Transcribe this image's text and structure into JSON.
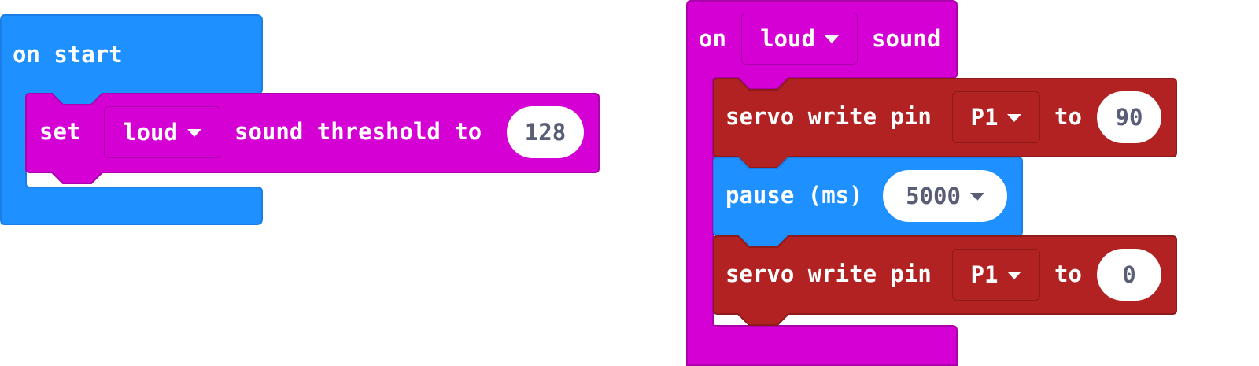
{
  "colors": {
    "basic_blue": "#1e90ff",
    "basic_blue_border": "#1a7ee6",
    "input_magenta": "#d400d4",
    "input_magenta_border": "#ab00ab",
    "servo_red": "#b22222",
    "servo_red_border": "#8e1b1b",
    "value_text": "#575e75"
  },
  "blocks": {
    "on_start": {
      "label": "on start"
    },
    "set_threshold": {
      "set_label": "set",
      "sound_dropdown": "loud",
      "middle_label": "sound threshold to",
      "value": "128"
    },
    "on_sound": {
      "on_label": "on",
      "sound_dropdown": "loud",
      "sound_label": "sound"
    },
    "servo_write_1": {
      "label": "servo write pin",
      "pin_dropdown": "P1",
      "to_label": "to",
      "value": "90"
    },
    "pause": {
      "label": "pause (ms)",
      "value": "5000"
    },
    "servo_write_2": {
      "label": "servo write pin",
      "pin_dropdown": "P1",
      "to_label": "to",
      "value": "0"
    }
  }
}
